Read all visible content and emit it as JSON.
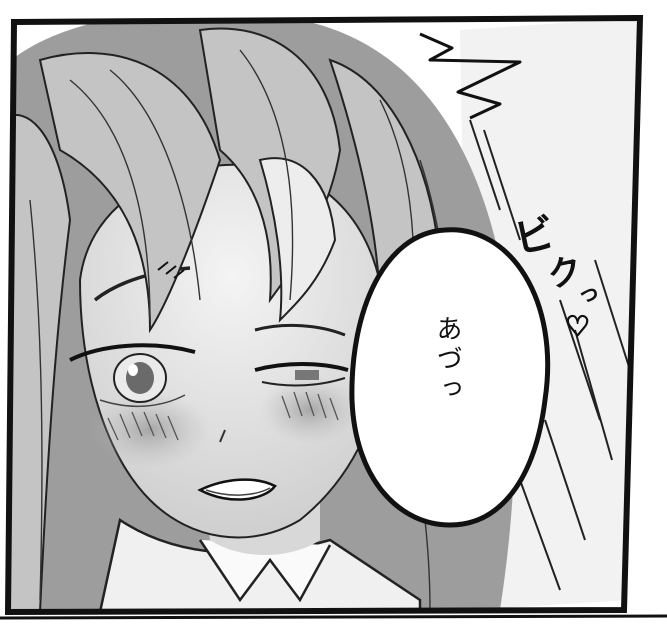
{
  "panel": {
    "speech_bubble": {
      "text": "あづっ"
    },
    "sound_effect": {
      "text": "ビクっ",
      "chars": [
        "ビ",
        "ク",
        "っ"
      ],
      "heart": "♡"
    },
    "colors": {
      "ink": "#111111",
      "tone": "#8f8f8f",
      "paper": "#ffffff"
    }
  }
}
